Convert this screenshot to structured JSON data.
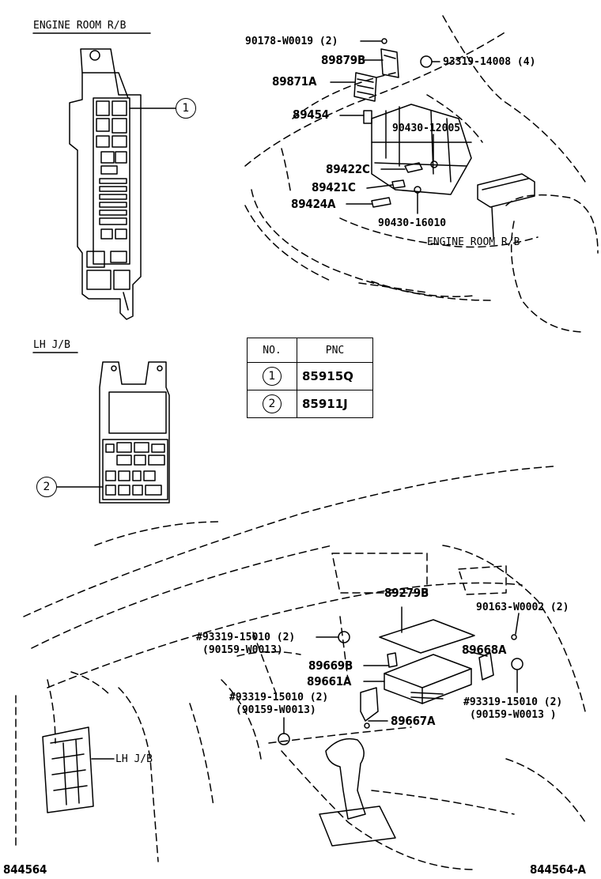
{
  "sections": {
    "engine_room_rb": "ENGINE ROOM R/B",
    "lh_jb": "LH J/B"
  },
  "callouts": {
    "one": "1",
    "two": "2"
  },
  "engine_labels": {
    "p90178": "90178-W0019 (2)",
    "p89879b": "89879B",
    "p93319_14008": "93319-14008 (4)",
    "p89871a": "89871A",
    "p89454": "89454",
    "p90430_12005": "90430-12005",
    "p89422c": "89422C",
    "p89421c": "89421C",
    "p89424a": "89424A",
    "p90430_16010": "90430-16010",
    "engine_room_rb": "ENGINE ROOM R/B"
  },
  "table": {
    "headers": [
      "NO.",
      "PNC"
    ],
    "rows": [
      {
        "no": "1",
        "pnc": "85915Q"
      },
      {
        "no": "2",
        "pnc": "85911J"
      }
    ]
  },
  "dash_labels": {
    "p89279b": "89279B",
    "p90163": "90163-W0002 (2)",
    "p93319_15010_a": "#93319-15010 (2)",
    "p90159_a": "(90159-W0013)",
    "p89668a": "89668A",
    "p89669b": "89669B",
    "p89661a": "89661A",
    "p93319_15010_b": "#93319-15010 (2)",
    "p90159_b": "(90159-W0013)",
    "p93319_15010_c": "#93319-15010 (2)",
    "p90159_c": "(90159-W0013 )",
    "p89667a": "89667A",
    "lh_jb": "LH J/B"
  },
  "footer": {
    "left_code": "844564",
    "right_code": "844564-A"
  }
}
